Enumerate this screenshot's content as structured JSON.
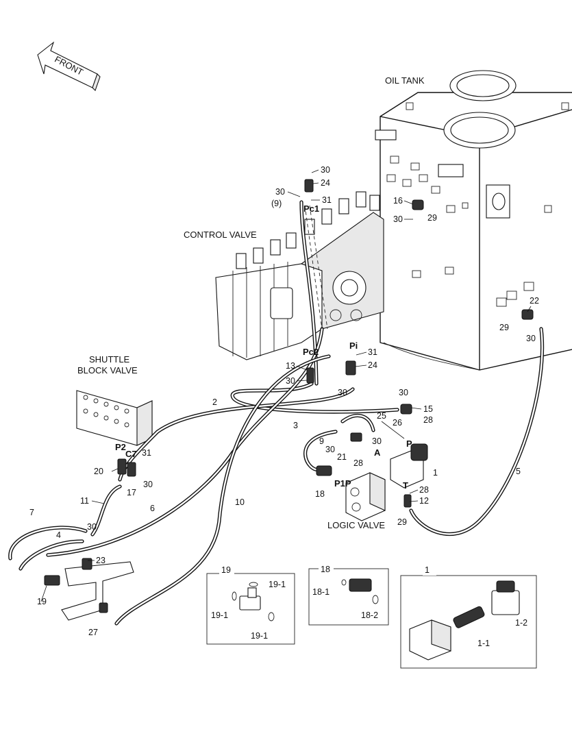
{
  "components": {
    "front": "FRONT",
    "oil_tank": "OIL TANK",
    "control_valve": "CONTROL VALVE",
    "shuttle_block_valve_line1": "SHUTTLE",
    "shuttle_block_valve_line2": "BLOCK VALVE",
    "logic_valve": "LOGIC VALVE"
  },
  "ports": {
    "pc1": "Pc1",
    "pc2": "Pc2",
    "pi": "Pi",
    "p": "P",
    "t": "T",
    "a": "A",
    "p1p": "P1P",
    "p2": "P2",
    "c7": "C7"
  },
  "callouts": [
    {
      "id": "c30a",
      "text": "30"
    },
    {
      "id": "c24a",
      "text": "24"
    },
    {
      "id": "c30b",
      "text": "30"
    },
    {
      "id": "c31a",
      "text": "31"
    },
    {
      "id": "c9",
      "text": "(9)"
    },
    {
      "id": "c16",
      "text": "16"
    },
    {
      "id": "c30c",
      "text": "30"
    },
    {
      "id": "c29a",
      "text": "29"
    },
    {
      "id": "c22",
      "text": "22"
    },
    {
      "id": "c29b",
      "text": "29"
    },
    {
      "id": "c30d",
      "text": "30"
    },
    {
      "id": "c31b",
      "text": "31"
    },
    {
      "id": "c24b",
      "text": "24"
    },
    {
      "id": "c13",
      "text": "13"
    },
    {
      "id": "c30e",
      "text": "30"
    },
    {
      "id": "c30f",
      "text": "30"
    },
    {
      "id": "c2",
      "text": "2"
    },
    {
      "id": "c30g",
      "text": "30"
    },
    {
      "id": "c15",
      "text": "15"
    },
    {
      "id": "c28a",
      "text": "28"
    },
    {
      "id": "c25",
      "text": "25"
    },
    {
      "id": "c26",
      "text": "26"
    },
    {
      "id": "c3",
      "text": "3"
    },
    {
      "id": "c9b",
      "text": "9"
    },
    {
      "id": "c30h",
      "text": "30"
    },
    {
      "id": "c30i",
      "text": "30"
    },
    {
      "id": "c21",
      "text": "21"
    },
    {
      "id": "c28b",
      "text": "28"
    },
    {
      "id": "c1a",
      "text": "1"
    },
    {
      "id": "c5",
      "text": "5"
    },
    {
      "id": "c31c",
      "text": "31"
    },
    {
      "id": "c20",
      "text": "20"
    },
    {
      "id": "c17",
      "text": "17"
    },
    {
      "id": "c30j",
      "text": "30"
    },
    {
      "id": "c18",
      "text": "18"
    },
    {
      "id": "c28c",
      "text": "28"
    },
    {
      "id": "c12",
      "text": "12"
    },
    {
      "id": "c29c",
      "text": "29"
    },
    {
      "id": "c11",
      "text": "11"
    },
    {
      "id": "c6",
      "text": "6"
    },
    {
      "id": "c10",
      "text": "10"
    },
    {
      "id": "c7",
      "text": "7"
    },
    {
      "id": "c4",
      "text": "4"
    },
    {
      "id": "c30k",
      "text": "30"
    },
    {
      "id": "c23",
      "text": "23"
    },
    {
      "id": "c19",
      "text": "19"
    },
    {
      "id": "c27",
      "text": "27"
    }
  ],
  "detail_boxes": {
    "box19": {
      "title": "19",
      "labels": [
        "19-1",
        "19-1",
        "19-1"
      ]
    },
    "box18": {
      "title": "18",
      "labels": [
        "18-1",
        "18-2"
      ]
    },
    "box1": {
      "title": "1",
      "labels": [
        "1-2",
        "1-1"
      ]
    }
  }
}
